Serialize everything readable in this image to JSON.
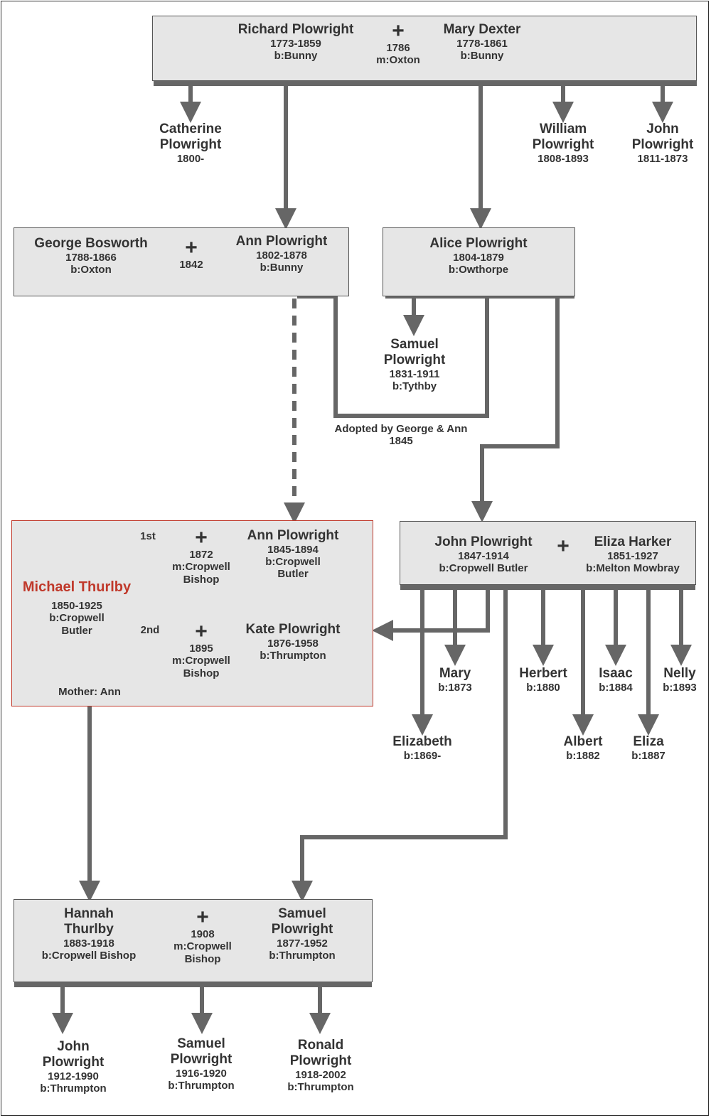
{
  "colors": {
    "line": "#666666",
    "box_fill": "#e6e6e6",
    "box_border": "#555555",
    "highlight": "#c0392b"
  },
  "plus": "+",
  "top": {
    "husband": {
      "name": "Richard Plowright",
      "dates": "1773-1859",
      "born": "b:Bunny"
    },
    "marriage": {
      "year": "1786",
      "place": "m:Oxton"
    },
    "wife": {
      "name": "Mary Dexter",
      "dates": "1778-1861",
      "born": "b:Bunny"
    }
  },
  "gen2_children": [
    {
      "name1": "Catherine",
      "name2": "Plowright",
      "dates": "1800-"
    },
    {
      "name1": "William",
      "name2": "Plowright",
      "dates": "1808-1893"
    },
    {
      "name1": "John",
      "name2": "Plowright",
      "dates": "1811-1873"
    }
  ],
  "bosworth": {
    "husband": {
      "name": "George Bosworth",
      "dates": "1788-1866",
      "born": "b:Oxton"
    },
    "marriage": {
      "year": "1842"
    },
    "wife": {
      "name": "Ann Plowright",
      "dates": "1802-1878",
      "born": "b:Bunny"
    }
  },
  "alice": {
    "name": "Alice Plowright",
    "dates": "1804-1879",
    "born": "b:Owthorpe"
  },
  "samuel_gen3": {
    "name1": "Samuel",
    "name2": "Plowright",
    "dates": "1831-1911",
    "born": "b:Tythby"
  },
  "adoption": {
    "line1": "Adopted by George & Ann",
    "line2": "1845"
  },
  "thurlby": {
    "name": "Michael Thurlby",
    "dates": "1850-1925",
    "born1": "b:Cropwell",
    "born2": "Butler",
    "first": {
      "label": "1st",
      "year": "1872",
      "place1": "m:Cropwell",
      "place2": "Bishop",
      "wife": "Ann Plowright",
      "dates": "1845-1894",
      "born1": "b:Cropwell",
      "born2": "Butler"
    },
    "second": {
      "label": "2nd",
      "year": "1895",
      "place1": "m:Cropwell",
      "place2": "Bishop",
      "wife": "Kate Plowright",
      "dates": "1876-1958",
      "born": "b:Thrumpton"
    },
    "mother": "Mother: Ann"
  },
  "john_eliza": {
    "husband": {
      "name": "John Plowright",
      "dates": "1847-1914",
      "born": "b:Cropwell Butler"
    },
    "wife": {
      "name": "Eliza Harker",
      "dates": "1851-1927",
      "born": "b:Melton Mowbray"
    }
  },
  "je_children": [
    {
      "name": "Elizabeth",
      "born": "b:1869-"
    },
    {
      "name": "Mary",
      "born": "b:1873"
    },
    {
      "name": "Herbert",
      "born": "b:1880"
    },
    {
      "name": "Albert",
      "born": "b:1882"
    },
    {
      "name": "Isaac",
      "born": "b:1884"
    },
    {
      "name": "Eliza",
      "born": "b:1887"
    },
    {
      "name": "Nelly",
      "born": "b:1893"
    }
  ],
  "bottom": {
    "wife": {
      "name1": "Hannah",
      "name2": "Thurlby",
      "dates": "1883-1918",
      "born": "b:Cropwell Bishop"
    },
    "marriage": {
      "year": "1908",
      "place1": "m:Cropwell",
      "place2": "Bishop"
    },
    "husband": {
      "name1": "Samuel",
      "name2": "Plowright",
      "dates": "1877-1952",
      "born": "b:Thrumpton"
    }
  },
  "bottom_children": [
    {
      "name1": "John",
      "name2": "Plowright",
      "dates": "1912-1990",
      "born": "b:Thrumpton"
    },
    {
      "name1": "Samuel",
      "name2": "Plowright",
      "dates": "1916-1920",
      "born": "b:Thrumpton"
    },
    {
      "name1": "Ronald",
      "name2": "Plowright",
      "dates": "1918-2002",
      "born": "b:Thrumpton"
    }
  ]
}
